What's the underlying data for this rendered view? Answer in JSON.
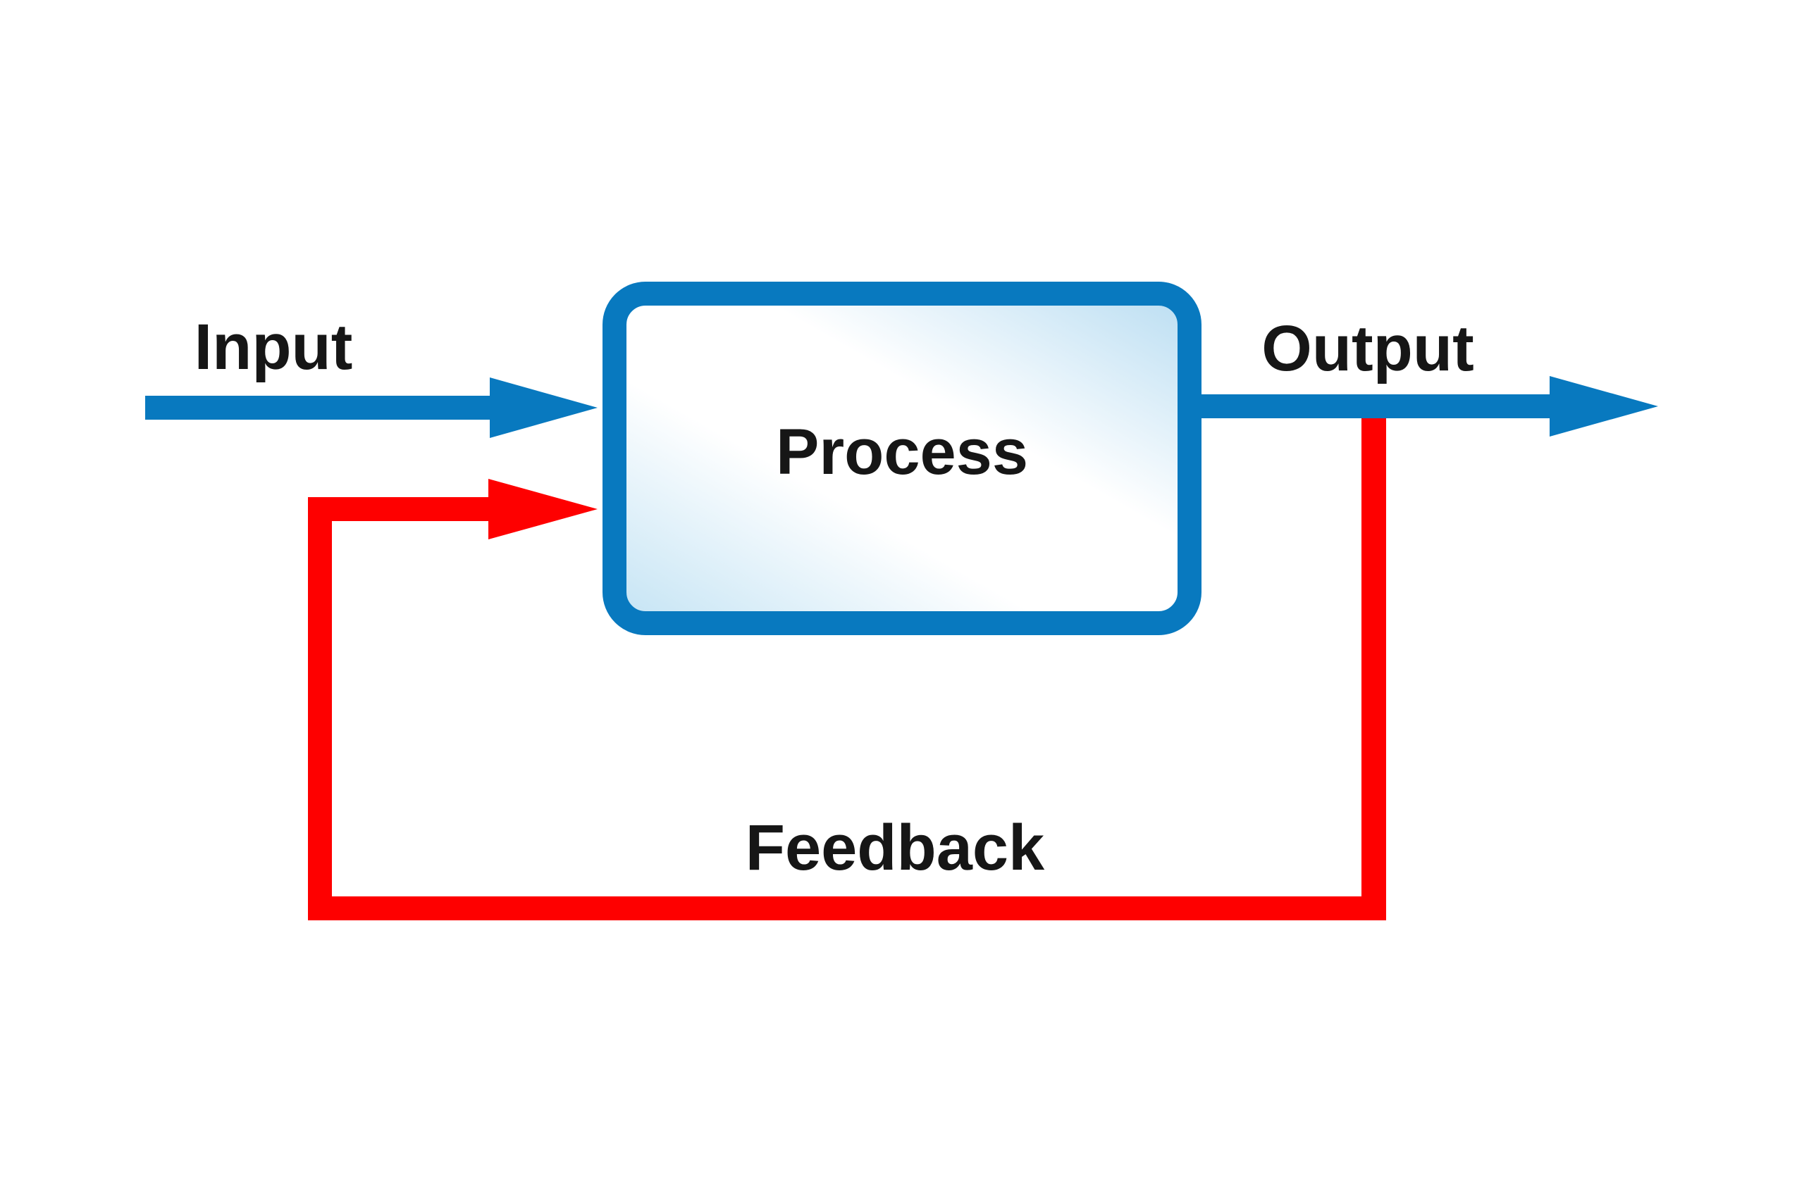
{
  "diagram": {
    "labels": {
      "input": "Input",
      "process": "Process",
      "output": "Output",
      "feedback": "Feedback"
    },
    "colors": {
      "arrow_blue": "#0879bf",
      "feedback_red": "#fe0000",
      "box_border": "#0879bf",
      "box_fill_edge": "#c3e3f4",
      "box_fill_center": "#ffffff",
      "box_fill_edge_strong": "#b9ddf2",
      "text": "#161616",
      "background": "#ffffff"
    },
    "edges": [
      {
        "from": "Input",
        "to": "Process",
        "color": "blue"
      },
      {
        "from": "Process",
        "to": "Output",
        "color": "blue"
      },
      {
        "from": "Output",
        "to": "Process",
        "label": "Feedback",
        "color": "red"
      }
    ]
  }
}
